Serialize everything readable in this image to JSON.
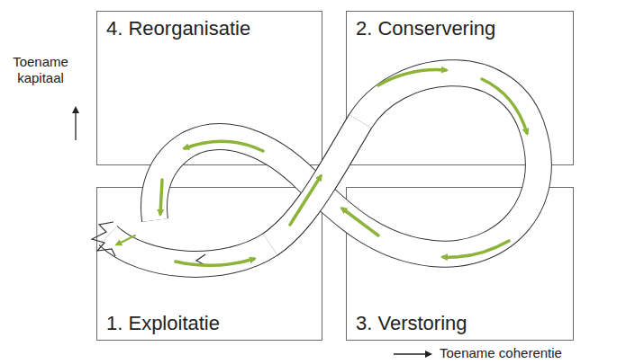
{
  "diagram": {
    "nodes": [
      {
        "text": [
          "4. Reorganisatie"
        ]
      },
      {
        "text": [
          "2. Conservering"
        ]
      },
      {
        "text": [
          "1. Exploitatie"
        ]
      },
      {
        "text": [
          "3. Verstoring"
        ]
      }
    ],
    "labels": [
      "Toename kapitaal",
      "Toename coherentie"
    ]
  }
}
